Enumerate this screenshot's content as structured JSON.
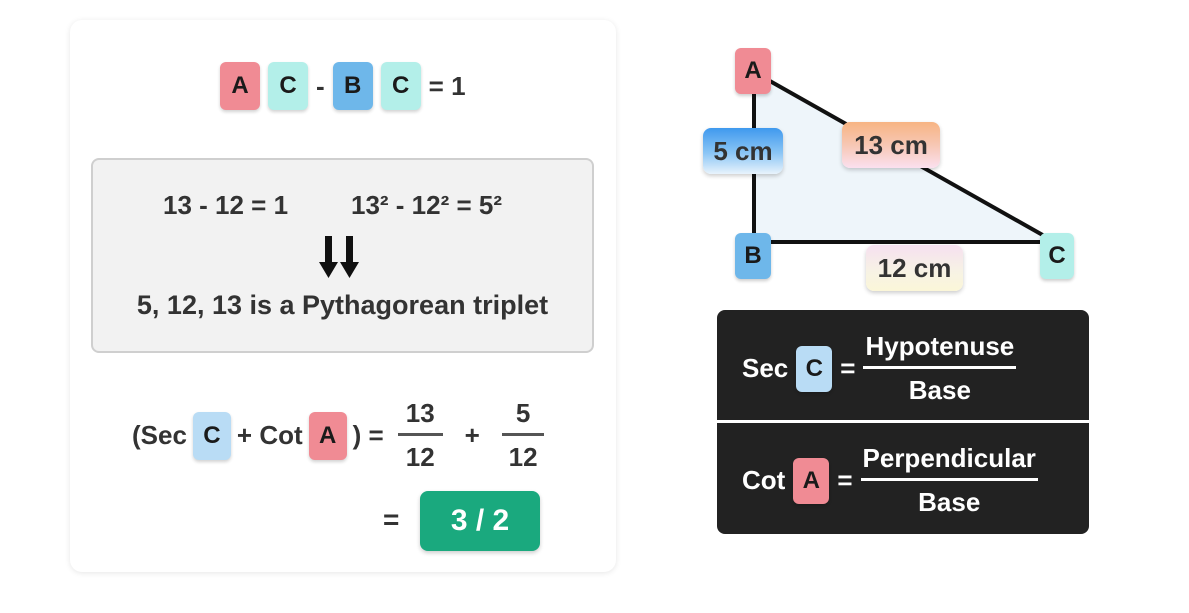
{
  "equation_top": {
    "tile1": "A",
    "tile2": "C",
    "minus": "-",
    "tile3": "B",
    "tile4": "C",
    "result": "= 1"
  },
  "box": {
    "eq1": "13 - 12 = 1",
    "eq2": "13² - 12² = 5²",
    "conclusion": "5, 12, 13 is a Pythagorean triplet"
  },
  "sum": {
    "open": "(Sec",
    "tile_c": "C",
    "plus_cot": "+ Cot",
    "tile_a": "A",
    "close_eq": ") =",
    "f1_num": "13",
    "f1_den": "12",
    "plus": "+",
    "f2_num": "5",
    "f2_den": "12",
    "equals": "=",
    "answer": "3 / 2"
  },
  "triangle": {
    "vertex_a": "A",
    "vertex_b": "B",
    "vertex_c": "C",
    "side_ab": "5 cm",
    "side_ac": "13 cm",
    "side_bc": "12 cm"
  },
  "formulas": {
    "sec_label": "Sec",
    "sec_tile": "C",
    "sec_eq": "=",
    "sec_num": "Hypotenuse",
    "sec_den": "Base",
    "cot_label": "Cot",
    "cot_tile": "A",
    "cot_eq": "=",
    "cot_num": "Perpendicular",
    "cot_den": "Base"
  },
  "colors": {
    "pink": "#f08b94",
    "cyan": "#b3efe9",
    "blue": "#6eb7ea",
    "green": "#1aa97e",
    "dark": "#222222"
  }
}
